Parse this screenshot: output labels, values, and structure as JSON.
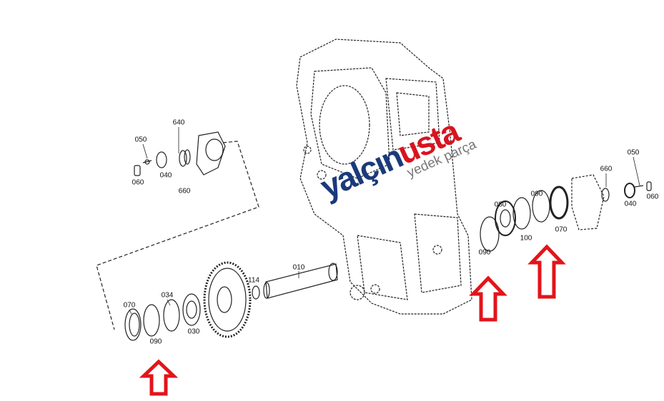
{
  "logo": {
    "brand_primary": "yalçın",
    "brand_secondary": "usta",
    "tagline": "yedek parça",
    "colors": {
      "primary": "#1b3a7a",
      "secondary": "#d7141f",
      "tagline": "#777777"
    }
  },
  "labels": {
    "top_left": [
      "050",
      "640",
      "040",
      "060",
      "660"
    ],
    "bottom_left": [
      "070",
      "034",
      "090",
      "030",
      "114",
      "010"
    ],
    "right": [
      "080",
      "090",
      "100",
      "070",
      "090",
      "660",
      "050",
      "040",
      "060"
    ]
  },
  "arrow_color": "#e3141b"
}
